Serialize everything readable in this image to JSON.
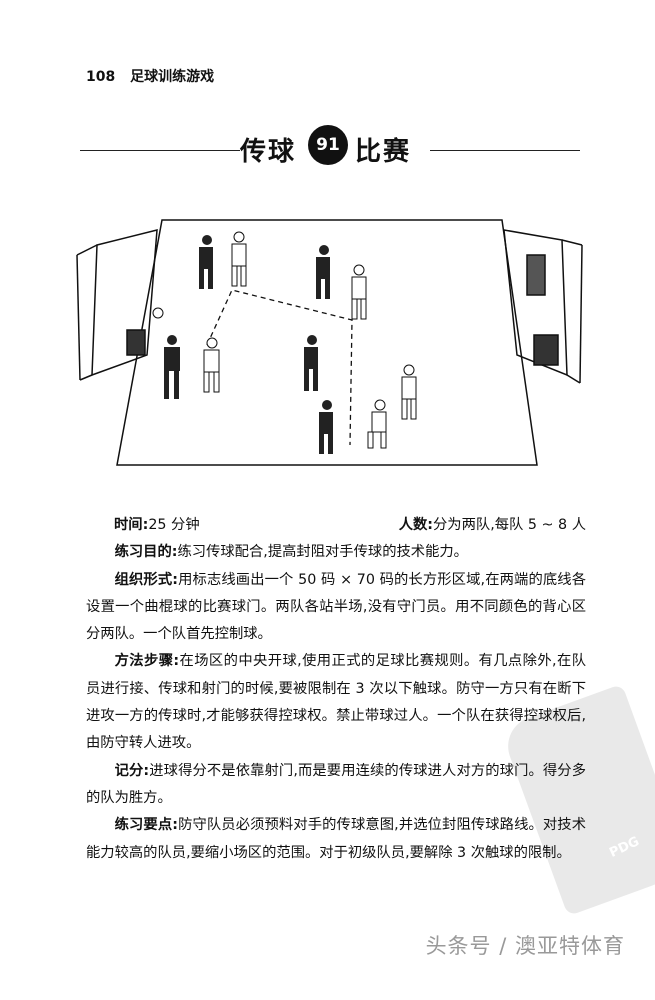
{
  "header": {
    "page_number": "108",
    "book_title": "足球训练游戏"
  },
  "title": {
    "left": "传球",
    "number": "91",
    "right": "比赛"
  },
  "body": {
    "time_label": "时间:",
    "time_value": "25 分钟",
    "people_label": "人数:",
    "people_value": "分为两队,每队 5 ~ 8 人",
    "sections": [
      {
        "label": "练习目的:",
        "text": "练习传球配合,提高封阻对手传球的技术能力。"
      },
      {
        "label": "组织形式:",
        "text": "用标志线画出一个 50 码 × 70 码的长方形区域,在两端的底线各设置一个曲棍球的比赛球门。两队各站半场,没有守门员。用不同颜色的背心区分两队。一个队首先控制球。"
      },
      {
        "label": "方法步骤:",
        "text": "在场区的中央开球,使用正式的足球比赛规则。有几点除外,在队员进行接、传球和射门的时候,要被限制在 3 次以下触球。防守一方只有在断下进攻一方的传球时,才能够获得控球权。禁止带球过人。一个队在获得控球权后,由防守转人进攻。"
      },
      {
        "label": "记分:",
        "text": "进球得分不是依靠射门,而是要用连续的传球进人对方的球门。得分多的队为胜方。"
      },
      {
        "label": "练习要点:",
        "text": "防守队员必须预料对手的传球意图,并选位封阻传球路线。对技术能力较高的队员,要缩小场区的范围。对于初级队员,要解除 3 次触球的限制。"
      }
    ]
  },
  "stamp": {
    "text": "PDG"
  },
  "watermark": "头条号 / 澳亚特体育"
}
